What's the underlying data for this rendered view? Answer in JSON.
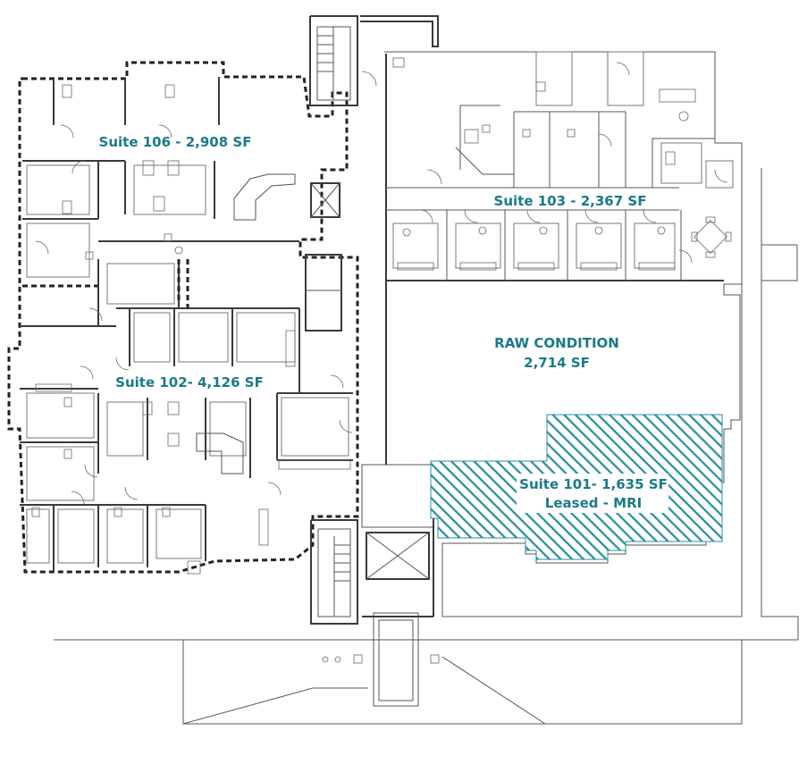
{
  "colors": {
    "label": "#1a7a8a",
    "hatch": "#2a8fa0",
    "wall": "#3a3a3a"
  },
  "suites": {
    "s106": {
      "label": "Suite 106 - 2,908 SF"
    },
    "s103": {
      "label": "Suite 103 - 2,367 SF"
    },
    "s102": {
      "label": "Suite 102- 4,126 SF"
    },
    "raw": {
      "line1": "RAW CONDITION",
      "line2": "2,714 SF"
    },
    "s101": {
      "line1": "Suite 101- 1,635 SF",
      "line2": "Leased - MRI"
    }
  }
}
